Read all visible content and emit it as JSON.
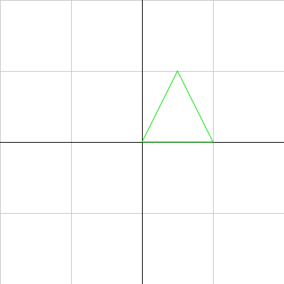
{
  "plane": {
    "x_range": [
      -2,
      2
    ],
    "y_range": [
      -2,
      2
    ],
    "grid_step": 1,
    "grid": true,
    "axes": true
  },
  "shapes": [
    {
      "type": "polygon",
      "points": [
        [
          0,
          0
        ],
        [
          1,
          0
        ],
        [
          0.5,
          1
        ]
      ]
    }
  ],
  "colors": {
    "background": "#ffffff",
    "grid": "#c8c8c8",
    "axis": "#000000",
    "shape": "#00e000"
  }
}
